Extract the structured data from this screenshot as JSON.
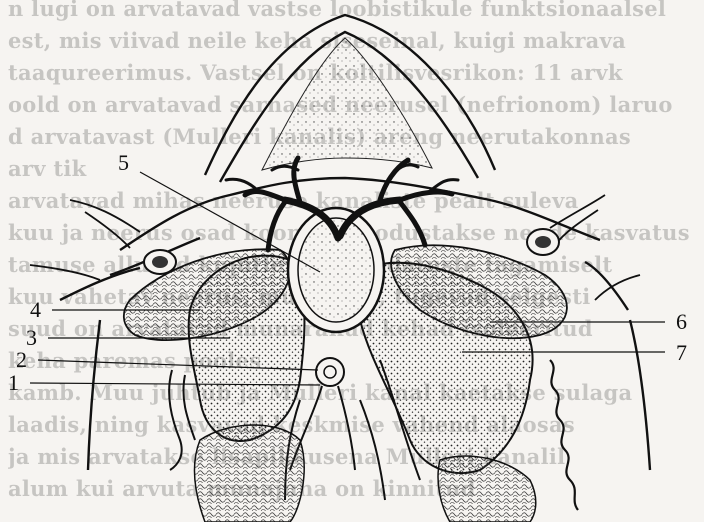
{
  "background_text": [
    "n lugi on arvatavad vastse loobistikule funktsionaalsel",
    "est, mis viivad neile keha siseseinal, kuigi makrava",
    "taaqureerimus. Vastsel on koltilisvesrikon: 11 arvk",
    "oold on arvatavad sarnased neerusel (nefrionom) laruo",
    "d arvatavast (Mulleri kanalis) areng neerutakonnas",
    "arv tik",
    "arvatavad mihas neeruse kanaliste pealt suleva",
    "kuu ja neerus osad koonus moodustakse nende kasvatus",
    "tamuse alluvad kujutlevad muudatuste tagamiselt",
    "kuu vahetav neerus, munajuha, tugevad selgesti",
    "suud on arvatavad munarakud kehad isoleeritud",
    "keha paremas pooles",
    "kamb. Muu juhtub ja Mulleri kanal kaetakse sulaga",
    "laadis, ning kasvavad keskmise vahend alaosas",
    "ja mis arvatakse lisapikkusena Mulleri kanalil",
    "alum kui arvuta munajuha on kinnitud"
  ],
  "labels": [
    "5",
    "4",
    "3",
    "2",
    "1",
    "6",
    "7"
  ]
}
